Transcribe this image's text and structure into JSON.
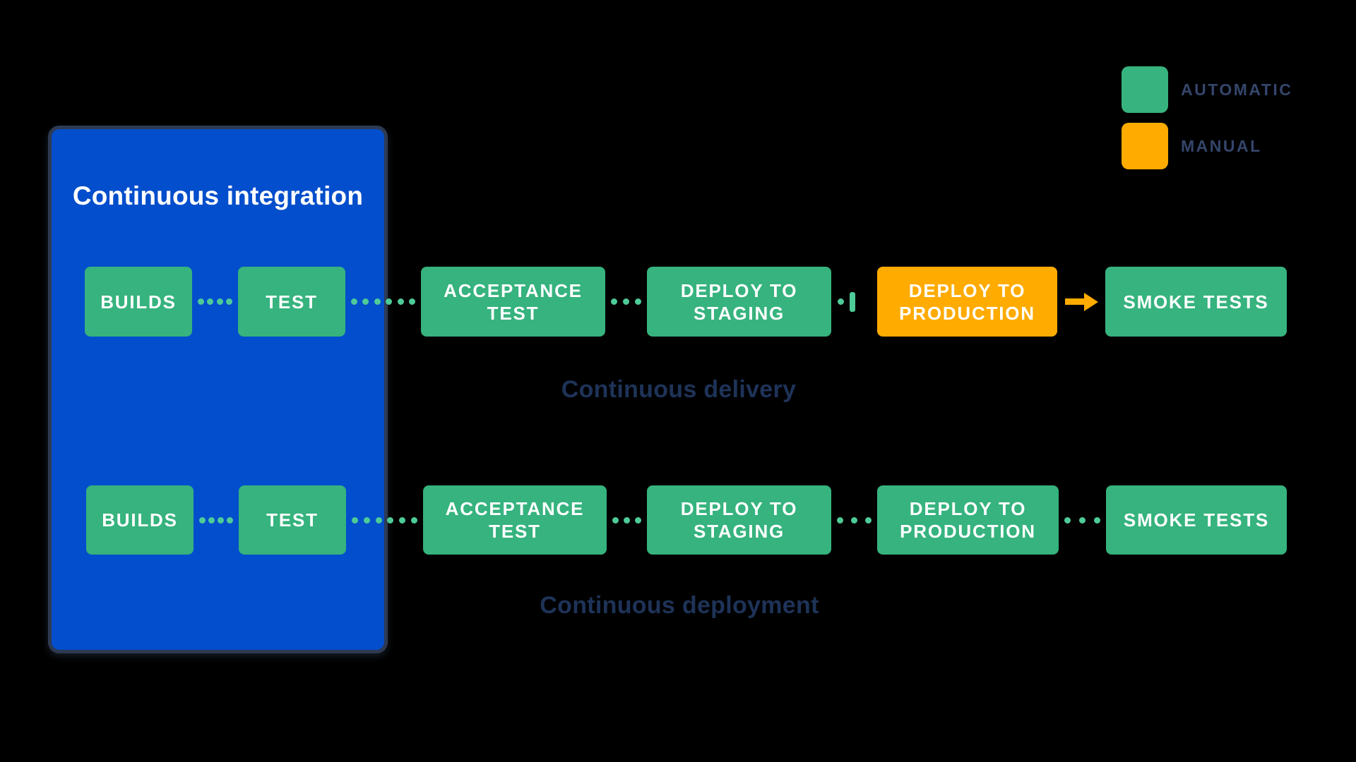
{
  "colors": {
    "automatic": "#36B37E",
    "manual": "#FFAB00",
    "connector": "#4ECB98",
    "ci_fill": "#034ECC",
    "ci_border": "#2E3A52",
    "label_text": "#1E3358",
    "legend_text": "#35466B",
    "stage_text": "#FFFFFF"
  },
  "legend": {
    "items": [
      {
        "id": "automatic",
        "label": "AUTOMATIC"
      },
      {
        "id": "manual",
        "label": "MANUAL"
      }
    ]
  },
  "ci_box": {
    "title": "Continuous integration"
  },
  "rows": [
    {
      "id": "delivery",
      "label": "Continuous delivery",
      "stages": [
        {
          "lines": [
            "BUILDS"
          ],
          "type": "automatic"
        },
        {
          "lines": [
            "TEST"
          ],
          "type": "automatic"
        },
        {
          "lines": [
            "ACCEPTANCE",
            "TEST"
          ],
          "type": "automatic"
        },
        {
          "lines": [
            "DEPLOY TO",
            "STAGING"
          ],
          "type": "automatic"
        },
        {
          "lines": [
            "DEPLOY TO",
            "PRODUCTION"
          ],
          "type": "manual"
        },
        {
          "lines": [
            "SMOKE TESTS"
          ],
          "type": "automatic"
        }
      ],
      "connectors": [
        {
          "style": "dots",
          "count": 4
        },
        {
          "style": "dots",
          "count": 6
        },
        {
          "style": "dots",
          "count": 3
        },
        {
          "style": "dot-bar"
        },
        {
          "style": "arrow"
        }
      ]
    },
    {
      "id": "deployment",
      "label": "Continuous deployment",
      "stages": [
        {
          "lines": [
            "BUILDS"
          ],
          "type": "automatic"
        },
        {
          "lines": [
            "TEST"
          ],
          "type": "automatic"
        },
        {
          "lines": [
            "ACCEPTANCE",
            "TEST"
          ],
          "type": "automatic"
        },
        {
          "lines": [
            "DEPLOY TO",
            "STAGING"
          ],
          "type": "automatic"
        },
        {
          "lines": [
            "DEPLOY TO",
            "PRODUCTION"
          ],
          "type": "automatic"
        },
        {
          "lines": [
            "SMOKE TESTS"
          ],
          "type": "automatic"
        }
      ],
      "connectors": [
        {
          "style": "dots",
          "count": 4
        },
        {
          "style": "dots",
          "count": 6
        },
        {
          "style": "dots",
          "count": 3
        },
        {
          "style": "dots",
          "count": 3
        },
        {
          "style": "dots",
          "count": 3
        }
      ]
    }
  ]
}
